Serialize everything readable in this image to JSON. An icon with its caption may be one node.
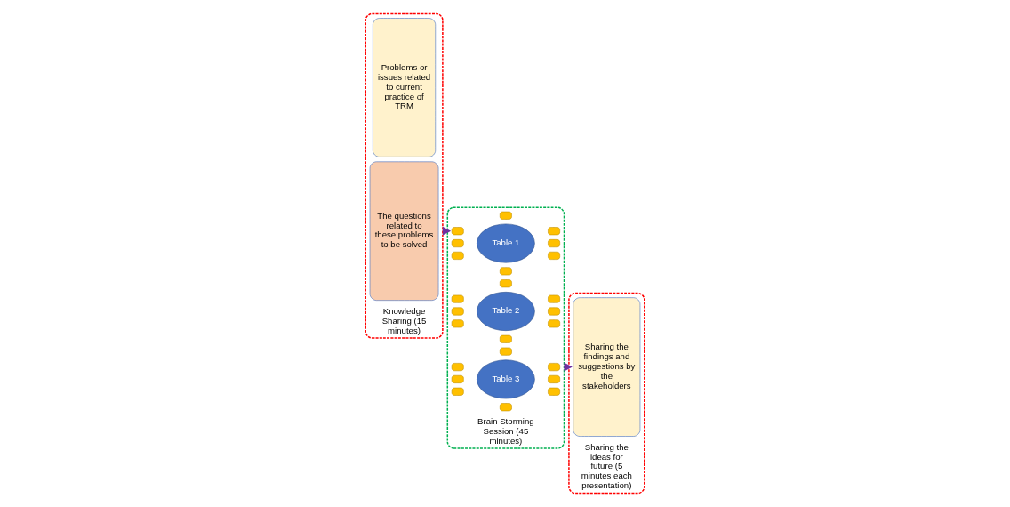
{
  "diagram": {
    "nodes": [
      {
        "text": [
          "Knowledge Sharing (15 minutes)"
        ]
      },
      {
        "text": [
          "Problems or issues related to current practice of TRM"
        ],
        "in": 0
      },
      {
        "text": [
          "The questions related to these problems to be solved"
        ],
        "in": 0
      },
      {
        "text": [
          "Brain Storming Session (45 minutes)"
        ]
      },
      {
        "text": [
          "Table 1"
        ],
        "in": 3
      },
      {
        "text": [
          "Table 2"
        ],
        "in": 3
      },
      {
        "text": [
          "Table 3"
        ],
        "in": 3
      },
      {
        "text": [],
        "shape": "box",
        "in": 3
      },
      {
        "text": [],
        "shape": "box",
        "in": 3
      },
      {
        "text": [],
        "shape": "box",
        "in": 3
      },
      {
        "text": [],
        "shape": "box",
        "in": 3
      },
      {
        "text": [],
        "shape": "box",
        "in": 3
      },
      {
        "text": [],
        "shape": "box",
        "in": 3
      },
      {
        "text": [],
        "shape": "box",
        "in": 3
      },
      {
        "text": [],
        "shape": "box",
        "in": 3
      },
      {
        "text": [],
        "shape": "box",
        "in": 3
      },
      {
        "text": [],
        "shape": "box",
        "in": 3
      },
      {
        "text": [],
        "shape": "box",
        "in": 3
      },
      {
        "text": [],
        "shape": "box",
        "in": 3
      },
      {
        "text": [],
        "shape": "box",
        "in": 3
      },
      {
        "text": [],
        "shape": "box",
        "in": 3
      },
      {
        "text": [],
        "shape": "box",
        "in": 3
      },
      {
        "text": [],
        "shape": "box",
        "in": 3
      },
      {
        "text": [],
        "shape": "box",
        "in": 3
      },
      {
        "text": [],
        "shape": "box",
        "in": 3
      },
      {
        "text": [],
        "shape": "box",
        "in": 3
      },
      {
        "text": [],
        "shape": "box",
        "in": 3
      },
      {
        "text": [],
        "shape": "box",
        "in": 3
      },
      {
        "text": [],
        "shape": "box",
        "in": 3
      },
      {
        "text": [],
        "shape": "box",
        "in": 3
      },
      {
        "text": [],
        "shape": "box",
        "in": 3
      },
      {
        "text": [
          "Sharing the ideas for future (5 minutes each presentation)"
        ]
      },
      {
        "text": [
          "Sharing the findings and suggestions by the stakeholders"
        ],
        "in": 31
      }
    ],
    "edges": [
      {
        "from": 0,
        "to": 3,
        "arrow": "to"
      },
      {
        "from": 3,
        "to": 31,
        "arrow": "to"
      }
    ]
  }
}
